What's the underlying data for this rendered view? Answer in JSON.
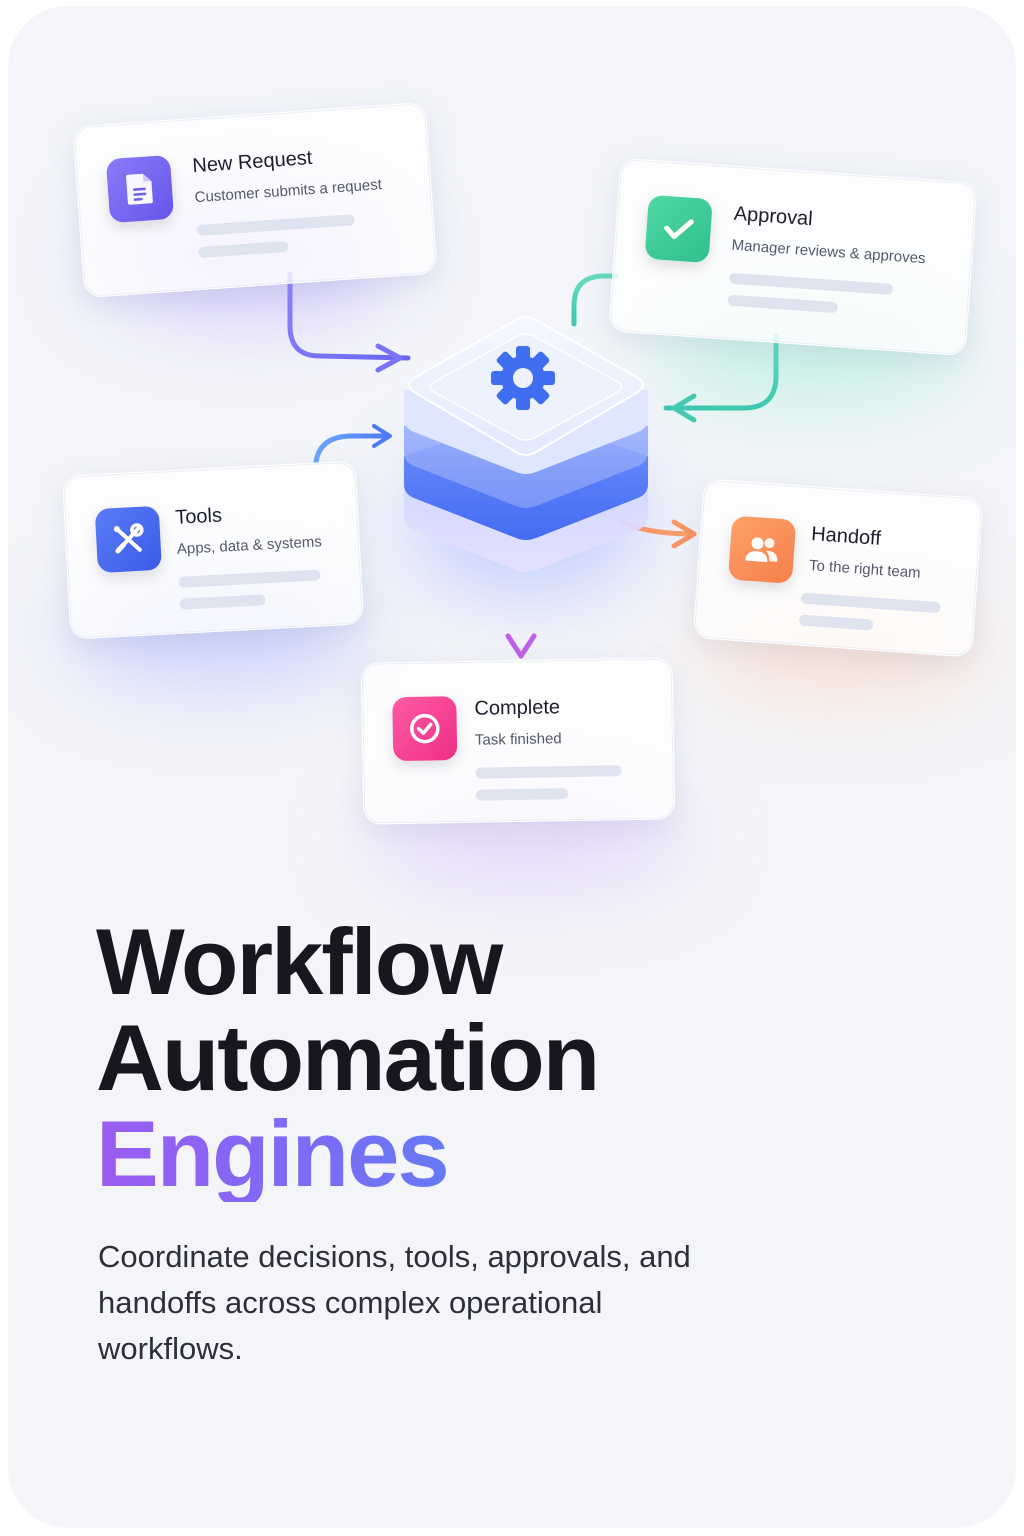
{
  "nodes": {
    "new_request": {
      "title": "New Request",
      "subtitle": "Customer submits a request",
      "icon": "document-icon",
      "color": "#7563f0"
    },
    "approval": {
      "title": "Approval",
      "subtitle": "Manager reviews & approves",
      "icon": "checkmark-icon",
      "color": "#3fcf9a"
    },
    "tools": {
      "title": "Tools",
      "subtitle": "Apps, data & systems",
      "icon": "tools-icon",
      "color": "#4c6cf0"
    },
    "handoff": {
      "title": "Handoff",
      "subtitle": "To the right team",
      "icon": "people-icon",
      "color": "#f7925a"
    },
    "complete": {
      "title": "Complete",
      "subtitle": "Task finished",
      "icon": "check-circle-icon",
      "color": "#f03c8e"
    }
  },
  "engine": {
    "icon": "gear-icon",
    "color": "#3f6ff0"
  },
  "headline": {
    "line1": "Workflow",
    "line2": "Automation",
    "line3": "Engines"
  },
  "description": "Coordinate decisions, tools, approvals, and handoffs across complex operational workflows."
}
